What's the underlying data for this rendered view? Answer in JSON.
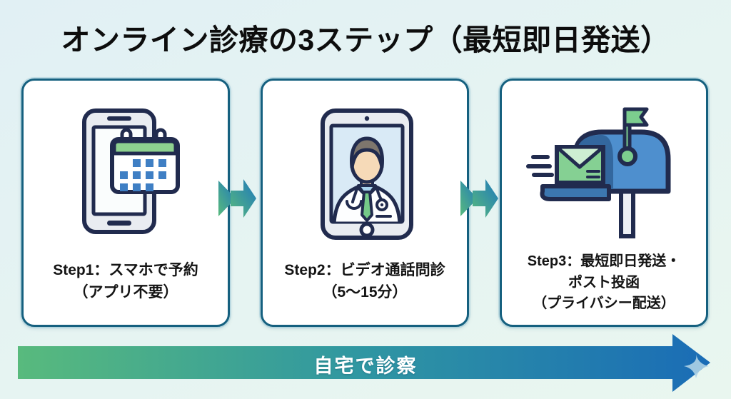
{
  "title": "オンライン診療の3ステップ（最短即日発送）",
  "steps": [
    {
      "icon": "smartphone-calendar-icon",
      "lines": [
        "Step1：スマホで予約",
        "（アプリ不要）"
      ]
    },
    {
      "icon": "tablet-doctor-icon",
      "lines": [
        "Step2：ビデオ通話問診",
        "（5〜15分）"
      ]
    },
    {
      "icon": "mailbox-icon",
      "lines": [
        "Step3：最短即日発送・",
        "ポスト投函",
        "（プライバシー配送）"
      ]
    }
  ],
  "bottom_arrow": {
    "label": "自宅で診察"
  },
  "colors": {
    "background_top": "#e1f0f4",
    "background_bottom": "#e9f6ef",
    "card_border": "#15607f",
    "card_fill": "#ffffff",
    "outline_navy": "#212b4e",
    "icon_green": "#8ed18f",
    "icon_blue": "#4e8fce",
    "grid_blue": "#3f7fc4",
    "arrow_gradient_start": "#58ba7d",
    "arrow_gradient_end": "#1a6cb6",
    "title_text": "#0d0d0d",
    "bottom_label_text": "#ffffff"
  }
}
